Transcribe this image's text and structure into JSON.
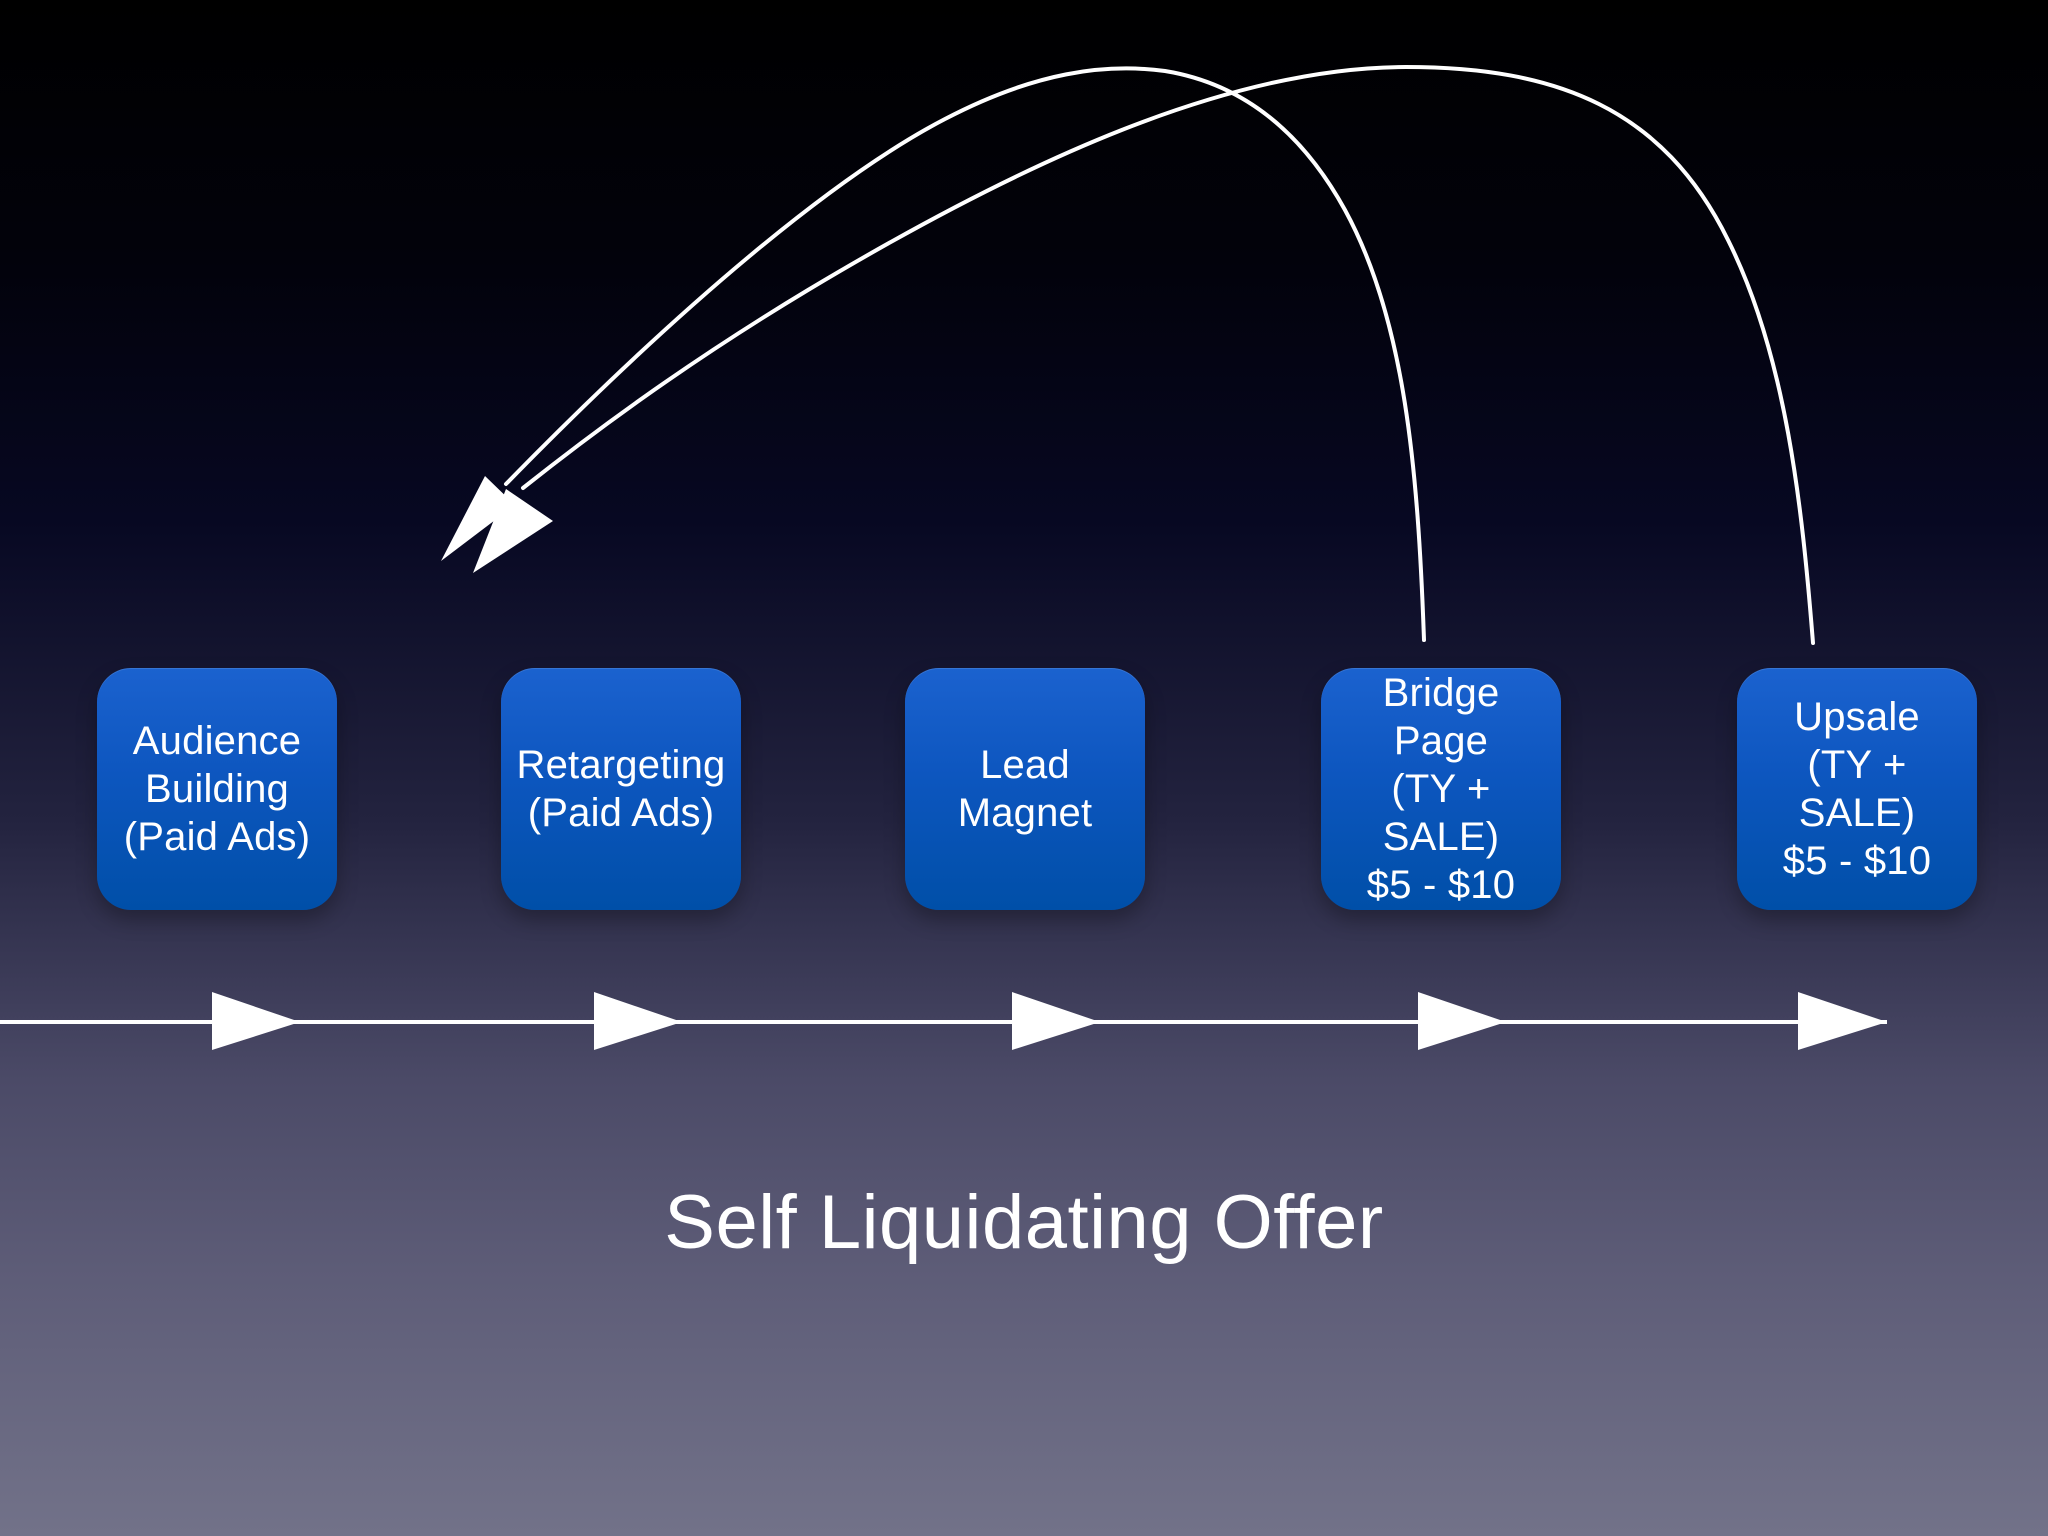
{
  "slide": {
    "title": "Self Liquidating Offer",
    "stages": [
      {
        "label": "Audience\nBuilding\n(Paid Ads)"
      },
      {
        "label": "Retargeting\n(Paid Ads)"
      },
      {
        "label": "Lead\nMagnet"
      },
      {
        "label": "Bridge\nPage\n(TY + SALE)\n$5 - $10"
      },
      {
        "label": "Upsale\n(TY + SALE)\n$5 - $10"
      }
    ]
  },
  "colors": {
    "box": "#0d56bf",
    "box_top": "#1b62cf",
    "arrow": "#ffffff",
    "background_top": "#000000",
    "background_bottom": "#727289"
  },
  "icons": {
    "flow_arrow": "triangle-arrowhead",
    "return_arrow": "curved-return-arrow"
  }
}
